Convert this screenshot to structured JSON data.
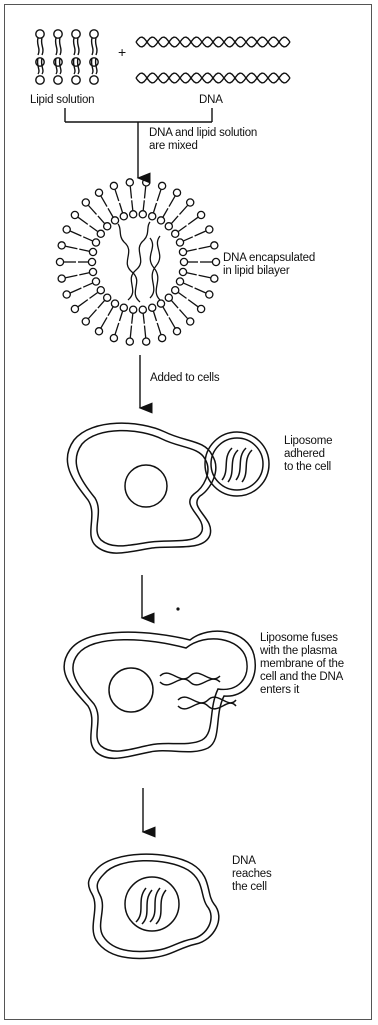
{
  "labels": {
    "lipid_solution": "Lipid solution",
    "dna": "DNA",
    "plus": "+",
    "step1": "DNA and lipid solution\nare mixed",
    "step2": "DNA encapsulated\nin lipid bilayer",
    "step3": "Added to cells",
    "step4": "Liposome\nadhered\nto the cell",
    "step5": "Liposome fuses\nwith the plasma\nmembrane of the\ncell and the DNA\nenters it",
    "step6": "DNA\nreaches\nthe cell"
  },
  "colors": {
    "ink": "#111111",
    "frame": "#555555"
  }
}
